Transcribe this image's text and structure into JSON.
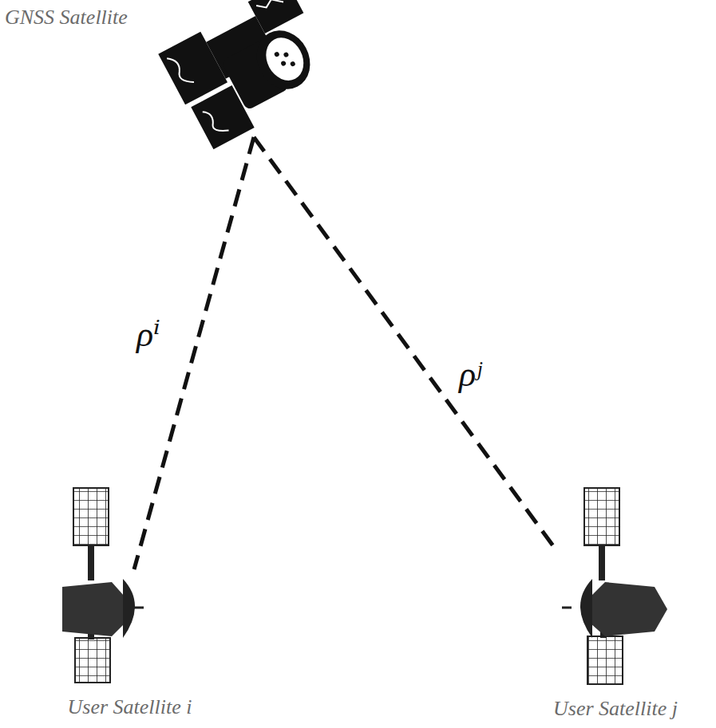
{
  "diagram": {
    "nodes": [
      {
        "text": [
          "GNSS Satellite"
        ]
      },
      {
        "text": [
          "User Satellite i"
        ]
      },
      {
        "text": [
          "User Satellite j"
        ]
      }
    ],
    "edges": [
      {
        "from": 0,
        "to": 1,
        "arrow": "none",
        "label": "ρⁱ"
      },
      {
        "from": 0,
        "to": 2,
        "arrow": "none",
        "label": "ρʲ"
      }
    ]
  }
}
